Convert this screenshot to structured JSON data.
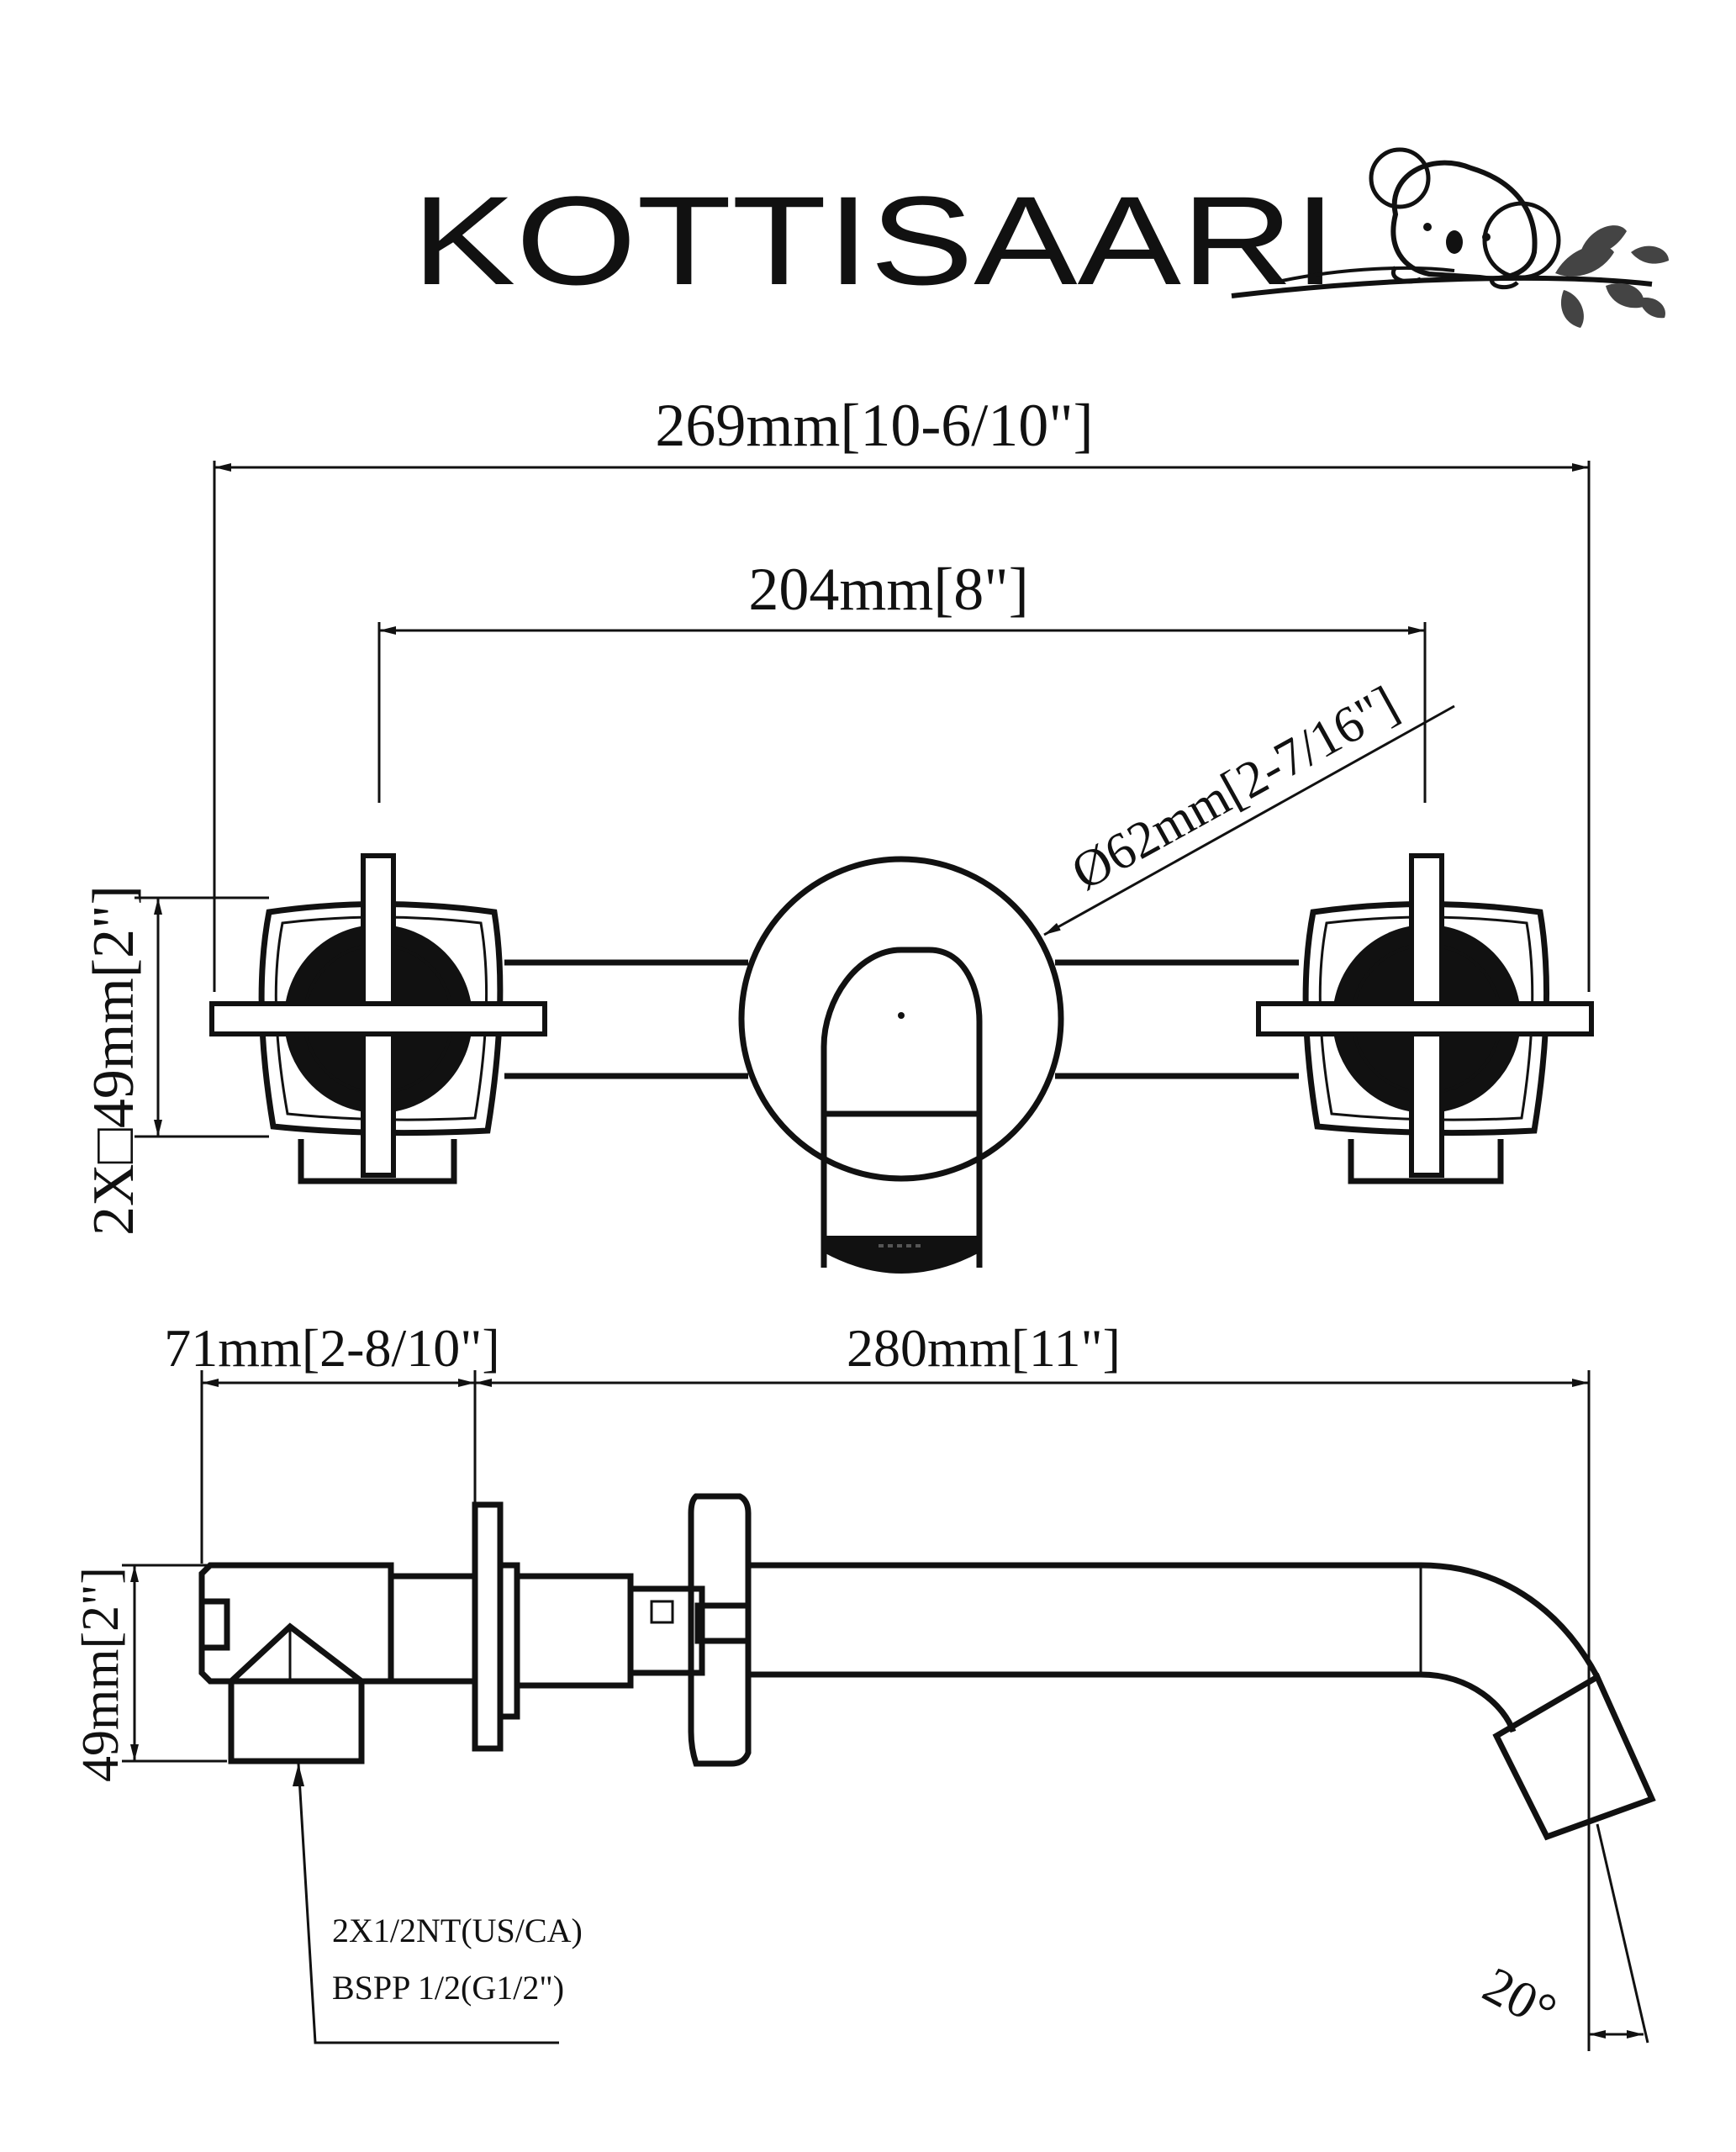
{
  "brand": {
    "name": "KOTTISAARI",
    "mascot_icon": "koala-on-branch-icon"
  },
  "front_view": {
    "overall_width": "269mm[10-6/10\"]",
    "handle_spacing": "204mm[8\"]",
    "escutcheon_diameter": "Ø62mm[2-7/16\"]",
    "handle_size": "2X□49mm[2\"]"
  },
  "side_view": {
    "body_depth": "71mm[2-8/10\"]",
    "spout_reach": "280mm[11\"]",
    "body_height": "49mm[2\"]",
    "thread_spec_line1": "2X1/2NT(US/CA)",
    "thread_spec_line2": "BSPP 1/2(G1/2\")",
    "spout_angle": "20°"
  },
  "colors": {
    "ink": "#111111",
    "background": "#ffffff"
  }
}
